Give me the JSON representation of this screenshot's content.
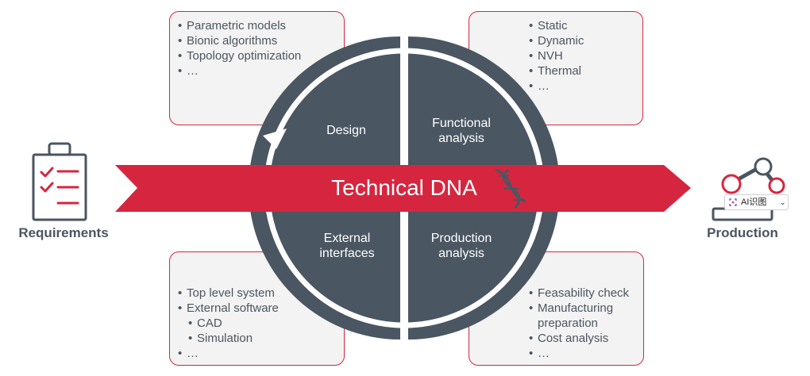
{
  "design_methods": [
    "Parametric models",
    "Bionic algorithms",
    "Topology optimization",
    "…"
  ],
  "analysis_types": [
    "Static",
    "Dynamic",
    "NVH",
    "Thermal",
    "…"
  ],
  "interfaces": {
    "items": [
      "Top level system",
      "External software"
    ],
    "software": [
      "CAD",
      "Simulation"
    ],
    "more": "…"
  },
  "production_items": [
    "Feasability check",
    "Manufacturing preparation",
    "Cost analysis",
    "…"
  ],
  "quadrants": {
    "design": "Design",
    "functional": "Functional analysis",
    "external": "External interfaces",
    "production": "Production analysis"
  },
  "center_title": "Technical DNA",
  "left_label": "Requirements",
  "right_label": "Production",
  "ai_badge": {
    "label": "AI识图",
    "chevron": "⌄"
  },
  "colors": {
    "accent_red": "#d6263f",
    "circle_gray": "#4a5661",
    "text_gray": "#4b5560",
    "box_fill": "#f3f3f3"
  },
  "icons": [
    "clipboard-checklist-icon",
    "robot-arm-icon",
    "dna-helix-icon",
    "ai-image-icon"
  ]
}
